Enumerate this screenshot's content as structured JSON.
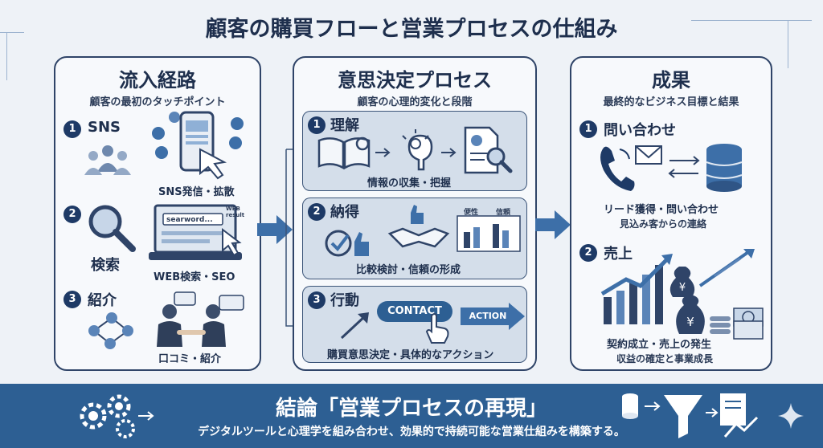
{
  "title": "顧客の購買フローと営業プロセスの仕組み",
  "left_panel": {
    "title": "流入経路",
    "subtitle": "顧客の最初のタッチポイント",
    "items": [
      {
        "number": "1",
        "label": "SNS",
        "caption": "SNS発信・拡散"
      },
      {
        "number": "2",
        "label": "検索",
        "caption": "WEB検索・SEO",
        "search_text": "searword...",
        "web_result": "WEB\nresult"
      },
      {
        "number": "3",
        "label": "紹介",
        "caption": "口コミ・紹介"
      }
    ]
  },
  "middle_panel": {
    "title": "意思決定プロセス",
    "subtitle": "顧客の心理的変化と段階",
    "stages": [
      {
        "number": "1",
        "label": "理解",
        "caption": "情報の収集・把握"
      },
      {
        "number": "2",
        "label": "納得",
        "caption": "比較検討・信頼の形成",
        "chart_labels": [
          "便性",
          "信頼"
        ]
      },
      {
        "number": "3",
        "label": "行動",
        "caption": "購買意思決定・具体的なアクション",
        "contact_button": "CONTACT",
        "action_label": "ACTION"
      }
    ]
  },
  "right_panel": {
    "title": "成果",
    "subtitle": "最終的なビジネス目標と結果",
    "items": [
      {
        "number": "1",
        "label": "問い合わせ",
        "caption": "リード獲得・問い合わせ",
        "sub_caption": "見込み客からの連絡"
      },
      {
        "number": "2",
        "label": "売上",
        "caption": "契約成立・売上の発生",
        "sub_caption": "収益の確定と事業成長"
      }
    ]
  },
  "conclusion": {
    "title": "結論「営業プロセスの再現」",
    "text": "デジタルツールと心理学を組み合わせ、効果的で持続可能な営業仕組みを構築する。"
  },
  "colors": {
    "navy": "#1e3a66",
    "accent_blue": "#3d6fa8",
    "band": "#2d5f93",
    "panel_border": "#2f4468",
    "stage_fill": "#d4deea"
  },
  "icons": [
    "people-icon",
    "phone-icon",
    "magnifier-icon",
    "laptop-icon",
    "handshake-icon",
    "book-icon",
    "bulb-icon",
    "document-icon",
    "check-icon",
    "thumbs-up-icon",
    "cursor-icon",
    "envelope-icon",
    "database-icon",
    "bar-chart-icon",
    "money-bag-icon",
    "gear-icon",
    "funnel-icon"
  ]
}
